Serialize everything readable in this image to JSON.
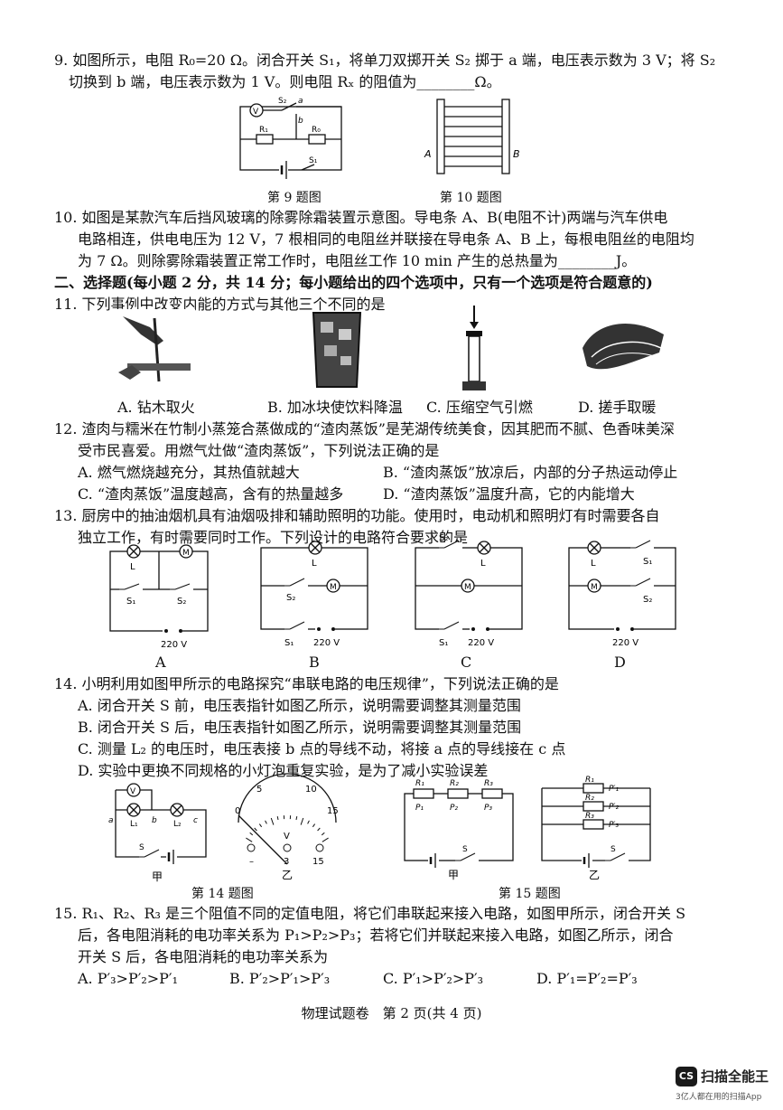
{
  "q9": {
    "line1": "9. 如图所示，电阻 R₀=20 Ω。闭合开关 S₁，将单刀双掷开关 S₂ 掷于 a 端，电压表示数为 3 V；将 S₂",
    "line2": "切换到 b 端，电压表示数为 1 V。则电阻 Rₓ 的阻值为________Ω。",
    "fig_caption": "第 9 题图",
    "labels": {
      "v": "V",
      "s2": "S₂",
      "a": "a",
      "b": "b",
      "r1": "R₁",
      "r0": "R₀",
      "s1": "S₁"
    }
  },
  "q10": {
    "fig_caption": "第 10 题图",
    "label_a": "A",
    "label_b": "B",
    "line1": "10. 如图是某款汽车后挡风玻璃的除雾除霜装置示意图。导电条 A、B(电阻不计)两端与汽车供电",
    "line2": "电路相连，供电电压为 12 V，7 根相同的电阻丝并联接在导电条 A、B 上，每根电阻丝的电阻均",
    "line3": "为 7 Ω。则除雾除霜装置正常工作时，电阻丝工作 10 min 产生的总热量为________J。"
  },
  "section2": "二、选择题(每小题 2 分，共 14 分；每小题给出的四个选项中，只有一个选项是符合题意的)",
  "q11": {
    "stem": "11. 下列事例中改变内能的方式与其他三个不同的是",
    "options": [
      "A. 钻木取火",
      "B. 加冰块使饮料降温",
      "C. 压缩空气引燃",
      "D. 搓手取暖"
    ]
  },
  "q12": {
    "line1": "12. 渣肉与糯米在竹制小蒸笼合蒸做成的“渣肉蒸饭”是芜湖传统美食，因其肥而不腻、色香味美深",
    "line2": "受市民喜爱。用燃气灶做“渣肉蒸饭”，下列说法正确的是",
    "options": [
      "A. 燃气燃烧越充分，其热值就越大",
      "B. “渣肉蒸饭”放凉后，内部的分子热运动停止",
      "C. “渣肉蒸饭”温度越高，含有的热量越多",
      "D. “渣肉蒸饭”温度升高，它的内能增大"
    ]
  },
  "q13": {
    "line1": "13. 厨房中的抽油烟机具有油烟吸排和辅助照明的功能。使用时，电动机和照明灯有时需要各自",
    "line2": "独立工作，有时需要同时工作。下列设计的电路符合要求的是",
    "letters": [
      "A",
      "B",
      "C",
      "D"
    ],
    "labels": {
      "lamp": "L",
      "motor": "M",
      "s1": "S₁",
      "s2": "S₂",
      "voltage": "220 V"
    }
  },
  "q14": {
    "stem": "14. 小明利用如图甲所示的电路探究“串联电路的电压规律”，下列说法正确的是",
    "options": [
      "A. 闭合开关 S 前，电压表指针如图乙所示，说明需要调整其测量范围",
      "B. 闭合开关 S 后，电压表指针如图乙所示，说明需要调整其测量范围",
      "C. 测量 L₂ 的电压时，电压表接 b 点的导线不动，将接 a 点的导线接在 c 点",
      "D. 实验中更换不同规格的小灯泡重复实验，是为了减小实验误差"
    ],
    "fig_caption": "第 14 题图",
    "label_jia": "甲",
    "label_yi": "乙",
    "circuit_labels": {
      "v": "V",
      "a": "a",
      "b": "b",
      "c": "c",
      "l1": "L₁",
      "l2": "L₂",
      "s": "S"
    },
    "meter": {
      "ticks": [
        "0",
        "5",
        "10",
        "15"
      ],
      "unit": "V",
      "terminals": [
        "–",
        "3",
        "15"
      ]
    }
  },
  "q15": {
    "fig_caption": "第 15 题图",
    "label_jia": "甲",
    "label_yi": "乙",
    "series_labels": [
      "R₁",
      "R₂",
      "R₃"
    ],
    "power_labels": [
      "P₁",
      "P₂",
      "P₃"
    ],
    "parallel_power_labels": [
      "P′₁",
      "P′₂",
      "P′₃"
    ],
    "switch_label": "S",
    "line1": "15. R₁、R₂、R₃ 是三个阻值不同的定值电阻，将它们串联起来接入电路，如图甲所示，闭合开关 S",
    "line2": "后，各电阻消耗的电功率关系为 P₁>P₂>P₃；若将它们并联起来接入电路，如图乙所示，闭合",
    "line3": "开关 S 后，各电阻消耗的电功率关系为",
    "options": [
      "A. P′₃>P′₂>P′₁",
      "B. P′₂>P′₁>P′₃",
      "C. P′₁>P′₂>P′₃",
      "D. P′₁=P′₂=P′₃"
    ]
  },
  "footer": "物理试题卷　第 2 页(共 4 页)",
  "watermark": {
    "icon": "CS",
    "name": "扫描全能王",
    "sub": "3亿人都在用的扫描App"
  }
}
